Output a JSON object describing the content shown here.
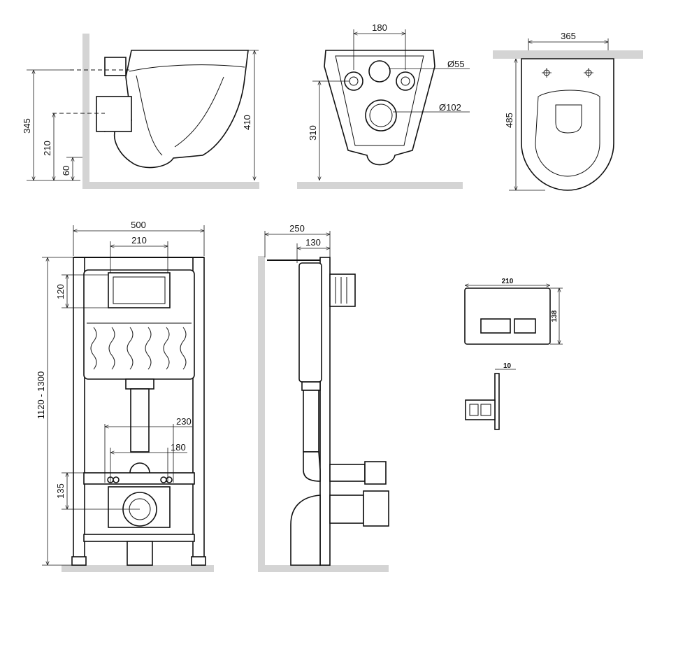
{
  "toilet_side": {
    "d345": "345",
    "d210": "210",
    "d60": "60",
    "d410": "410"
  },
  "toilet_back": {
    "d180": "180",
    "d310": "310",
    "d55": "Ø55",
    "d102": "Ø102"
  },
  "toilet_top": {
    "d365": "365",
    "d485": "485"
  },
  "frame_front": {
    "d500": "500",
    "d210": "210",
    "d120": "120",
    "d1120": "1120 - 1300",
    "d230": "230",
    "d180": "180",
    "d135": "135"
  },
  "frame_side": {
    "d250": "250",
    "d130": "130"
  },
  "button_front": {
    "d210": "210",
    "d138": "138"
  },
  "button_side": {
    "d10": "10"
  }
}
